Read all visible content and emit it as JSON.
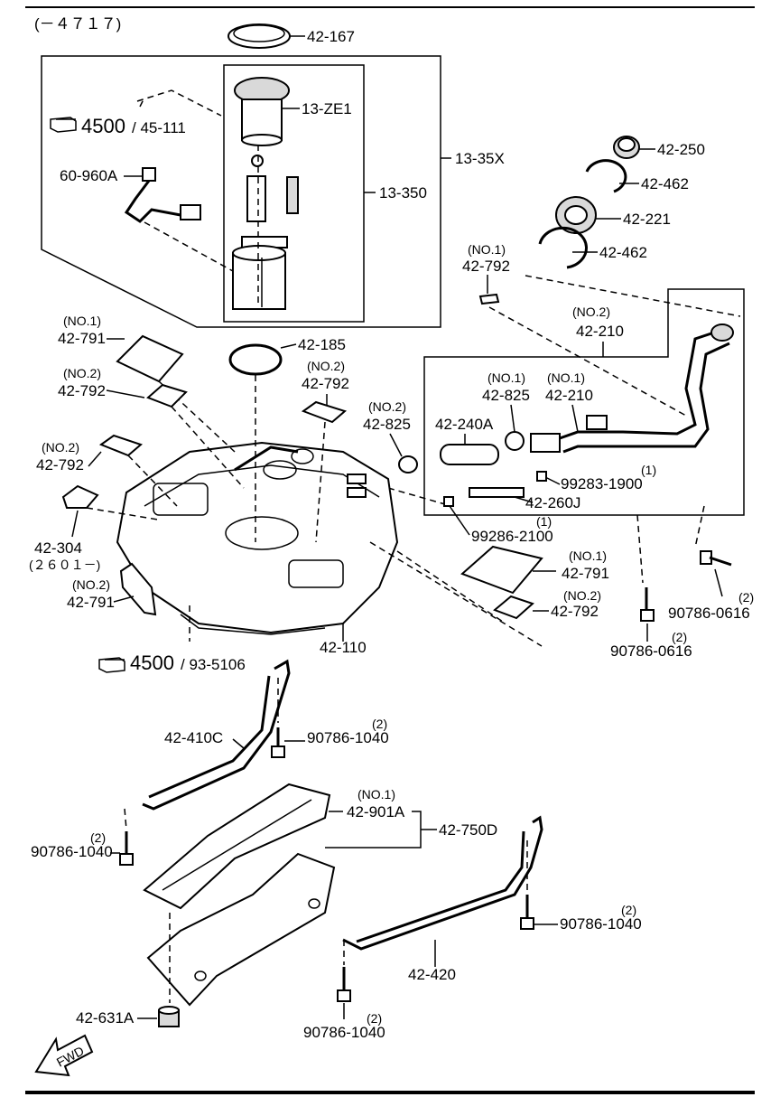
{
  "range": "(－４７１７)",
  "groups": {
    "outer": "13-35X",
    "inner": "13-350"
  },
  "refs": [
    {
      "num": "4500",
      "sub": "45-111"
    },
    {
      "num": "4500",
      "sub": "93-5106"
    }
  ],
  "labels": {
    "l42_167": "42-167",
    "l13_ze1": "13-ZE1",
    "l60_960a": "60-960A",
    "l42_250": "42-250",
    "l42_462a": "42-462",
    "l42_221": "42-221",
    "l42_462b": "42-462",
    "no1_a": "(NO.1)",
    "l42_792_a": "42-792",
    "no2_a": "(NO.2)",
    "l42_210_a": "42-210",
    "no1_b": "(NO.1)",
    "l42_791_a": "42-791",
    "l42_185": "42-185",
    "no2_b": "(NO.2)",
    "l42_792_b": "42-792",
    "no2_c": "(NO.2)",
    "l42_792_c": "42-792",
    "no1_c": "(NO.1)",
    "l42_825_a": "42-825",
    "no1_d": "(NO.1)",
    "l42_210_b": "42-210",
    "no2_d": "(NO.2)",
    "l42_825_b": "42-825",
    "l42_240a": "42-240A",
    "no2_e": "(NO.2)",
    "l42_792_d": "42-792",
    "q1_a": "(1)",
    "l99283": "99283-1900",
    "l42_260j": "42-260J",
    "l42_304": "42-304",
    "l42_304_sub": "(２６０１－)",
    "q1_b": "(1)",
    "l99286": "99286-2100",
    "no1_e": "(NO.1)",
    "l42_791_b": "42-791",
    "no2_f": "(NO.2)",
    "l42_791_c": "42-791",
    "no2_g": "(NO.2)",
    "l42_792_e": "42-792",
    "q2_a": "(2)",
    "l90786_0616_a": "90786-0616",
    "q2_b": "(2)",
    "l90786_0616_b": "90786-0616",
    "l42_110": "42-110",
    "q2_c": "(2)",
    "l42_410c": "42-410C",
    "l90786_1040_a": "90786-1040",
    "no1_f": "(NO.1)",
    "l42_901a": "42-901A",
    "l42_750d": "42-750D",
    "q2_d": "(2)",
    "l90786_1040_b": "90786-1040",
    "q2_e": "(2)",
    "l90786_1040_c": "90786-1040",
    "l42_420": "42-420",
    "l42_631a": "42-631A",
    "q2_f": "(2)",
    "l90786_1040_d": "90786-1040",
    "fwd": "FWD"
  },
  "icons": [
    "pointing-hand-icon",
    "fwd-arrow-icon"
  ]
}
